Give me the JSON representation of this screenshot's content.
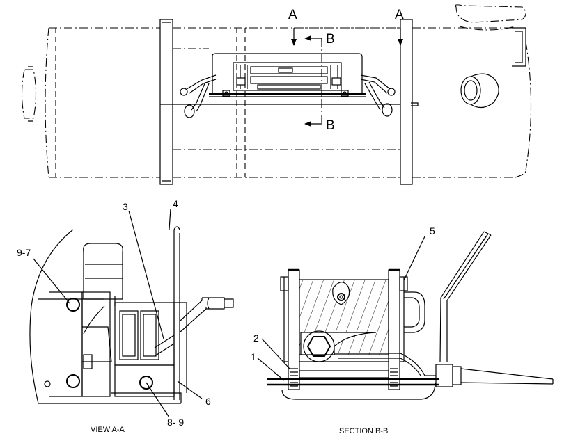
{
  "top_view": {
    "section_labels": {
      "a_left": "A",
      "a_right": "A",
      "b_top": "B",
      "b_bottom": "B"
    }
  },
  "view_aa": {
    "caption": "VIEW A-A",
    "callouts": {
      "c3": "3",
      "c4": "4",
      "c97": "9-7",
      "c6": "6",
      "c89": "8- 9"
    }
  },
  "section_bb": {
    "caption": "SECTION B-B",
    "callouts": {
      "c5": "5",
      "c2": "2",
      "c1": "1"
    }
  }
}
